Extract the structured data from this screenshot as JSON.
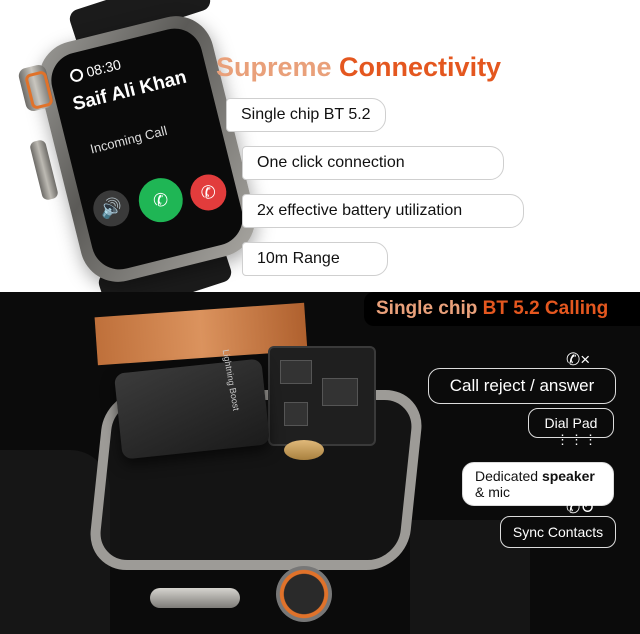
{
  "headline": {
    "part1": "Supreme ",
    "part2": "Connectivity"
  },
  "features": [
    "Single chip BT 5.2",
    "One click connection",
    "2x effective battery utilization",
    "10m Range"
  ],
  "watch_screen": {
    "time": "08:30",
    "caller": "Saif Ali Khan",
    "status": "Incoming Call"
  },
  "banner": {
    "part1": "Single chip ",
    "part2": "BT 5.2 Calling"
  },
  "battery_label": "Lightning Boost",
  "right_features": {
    "call": "Call reject / answer",
    "dial": "Dial Pad",
    "speaker_prefix": "Dedicated ",
    "speaker_bold": "speaker",
    "speaker_suffix": "& mic",
    "sync": "Sync Contacts"
  },
  "icons": {
    "reject": "phone-reject-icon",
    "dial": "keypad-icon",
    "sync": "phone-sync-icon"
  },
  "colors": {
    "accent": "#e4571f",
    "accent_light": "#e9a07a",
    "accept": "#1fb655",
    "decline": "#e23c3c"
  }
}
